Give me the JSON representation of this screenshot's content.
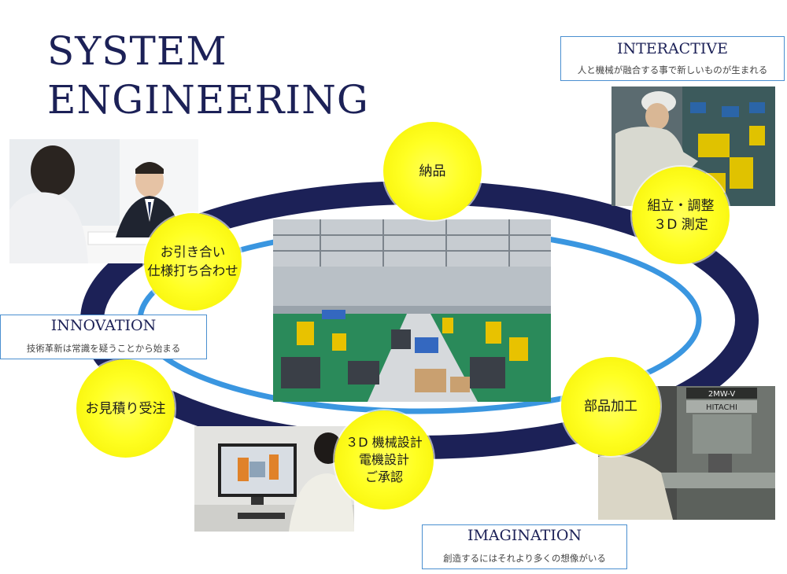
{
  "title": {
    "line1": "SYSTEM",
    "line2": "ENGINEERING"
  },
  "steps": {
    "delivery": "納品",
    "meeting_line1": "お引き合い",
    "meeting_line2": "仕様打ち合わせ",
    "assembly_line1": "組立・調整",
    "assembly_line2": "３D 測定",
    "estimate": "お見積り受注",
    "design_line1": "３D 機械設計",
    "design_line2": "電機設計",
    "design_line3": "ご承認",
    "parts": "部品加工"
  },
  "boxes": {
    "interactive": {
      "heading": "INTERACTIVE",
      "sub": "人と機械が融合する事で新しいものが生まれる"
    },
    "innovation": {
      "heading": "INNOVATION",
      "sub": "技術革新は常識を疑うことから始まる"
    },
    "imagination": {
      "heading": "IMAGINATION",
      "sub": "創造するにはそれより多くの想像がいる"
    }
  },
  "photos": {
    "machine_brand": "HITACHI",
    "machine_model": "2MW-V"
  },
  "colors": {
    "ring": "#1c2157",
    "inner_ring": "#3a96e0",
    "circle": "#ffff22",
    "title": "#1c2157",
    "box_border": "#4a8fd0"
  }
}
